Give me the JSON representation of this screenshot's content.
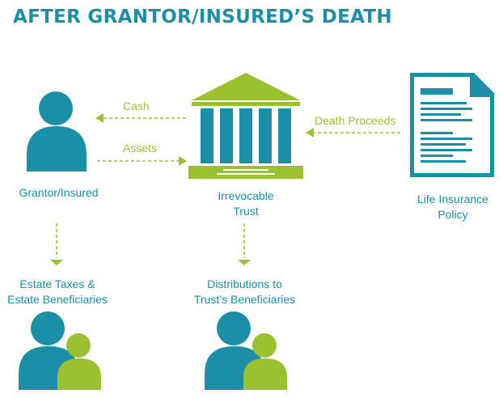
{
  "title": "AFTER GRANTOR/INSURED’S DEATH",
  "colors": {
    "teal": "#1b8fa6",
    "green": "#9bc130"
  },
  "nodes": {
    "grantor": {
      "label": "Grantor/Insured",
      "icon": "person-icon"
    },
    "trust": {
      "label_line1": "Irrevocable",
      "label_line2": "Trust",
      "icon": "bank-building-icon"
    },
    "policy": {
      "label_line1": "Life Insurance",
      "label_line2": "Policy",
      "icon": "document-icon"
    },
    "estate": {
      "label_line1": "Estate Taxes &",
      "label_line2": "Estate Beneficiaries",
      "icon": "people-icon"
    },
    "distributions": {
      "label_line1": "Distributions to",
      "label_line2": "Trust’s Beneficiaries",
      "icon": "people-icon"
    }
  },
  "flows": {
    "cash": "Cash",
    "assets": "Assets",
    "death_proceeds": "Death Proceeds"
  }
}
